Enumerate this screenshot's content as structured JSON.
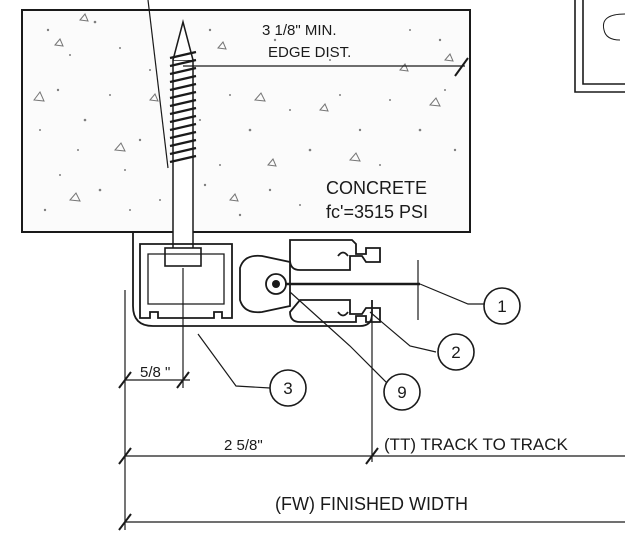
{
  "detail": {
    "edge_distance": {
      "line1": "3 1/8\" MIN.",
      "line2": "EDGE DIST."
    },
    "concrete": {
      "line1": "CONCRETE",
      "line2": "fc'=3515 PSI"
    },
    "dimensions": {
      "offset": "5/8 \"",
      "track_offset": "2 5/8\"",
      "track_to_track": "(TT) TRACK TO TRACK",
      "finished_width": "(FW) FINISHED WIDTH"
    },
    "callouts": [
      "1",
      "2",
      "3",
      "9"
    ]
  }
}
